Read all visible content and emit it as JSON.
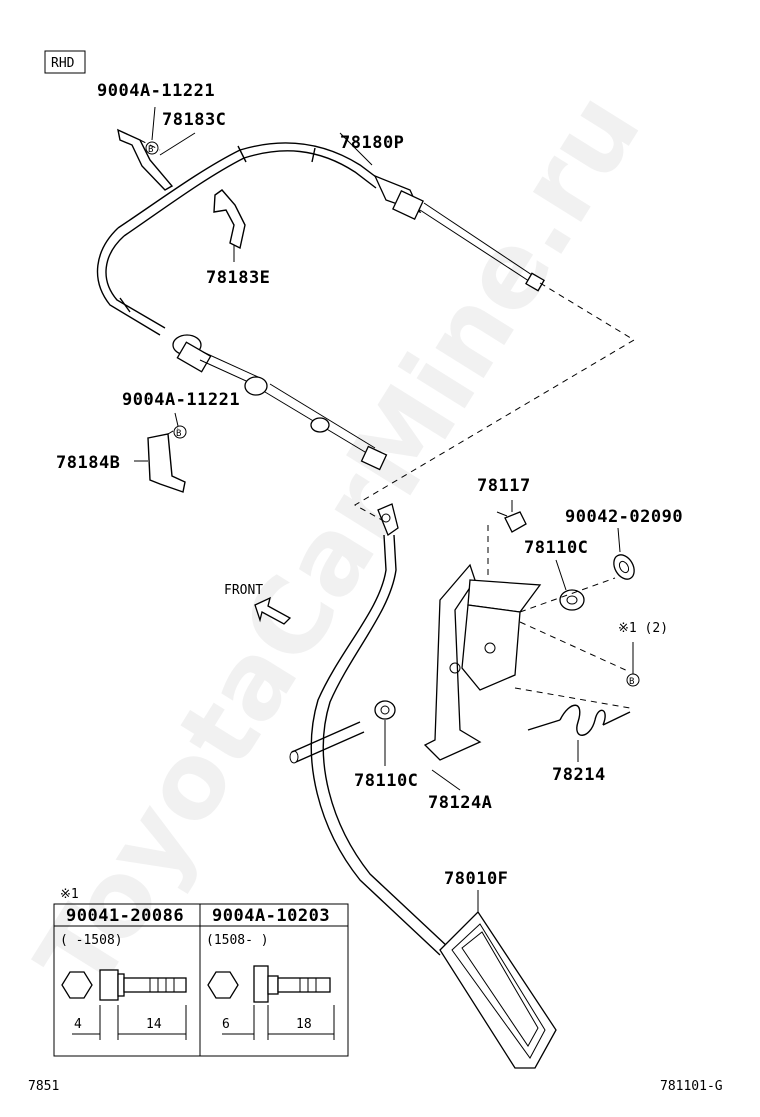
{
  "header": {
    "region_tag": "RHD"
  },
  "watermark": "ToyotaCarMine.ru",
  "parts": {
    "bolt_upper": "9004A-11221",
    "bracket_upper": "78183C",
    "cable": "78180P",
    "clamp": "78183E",
    "bolt_lower": "9004A-11221",
    "bracket_lower": "78184B",
    "stopper": "78117",
    "nut": "90042-02090",
    "bushing_right": "78110C",
    "bushing_left": "78110C",
    "bracket_pedal": "78124A",
    "spring": "78214",
    "pedal": "78010F"
  },
  "callouts": {
    "b_marker": "B",
    "note_ref": "※1 (2)",
    "front": "FRONT"
  },
  "bolt_table": {
    "note_mark": "※1",
    "columns": [
      {
        "part_no": "90041-20086",
        "range": "(      -1508)",
        "dim_head": "4",
        "dim_shank": "14"
      },
      {
        "part_no": "9004A-10203",
        "range": "(1508-      )",
        "dim_head": "6",
        "dim_shank": "18"
      }
    ]
  },
  "footer": {
    "left_code": "7851",
    "right_code": "781101-G"
  }
}
